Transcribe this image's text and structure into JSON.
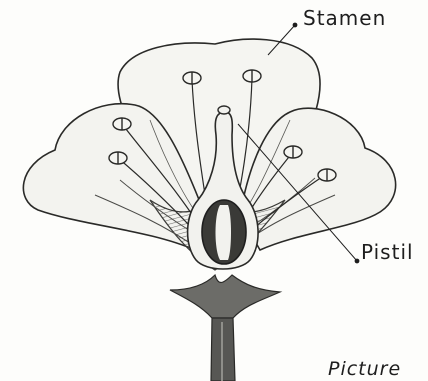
{
  "diagram": {
    "labels": {
      "stamen": "Stamen",
      "pistil": "Pistil",
      "caption_partial": "Picture"
    },
    "colors": {
      "ink": "#1e1e1e",
      "paper": "#fdfdfb",
      "petal_fill": "#f4f4f0",
      "petal_shade": "#8a8a86"
    }
  }
}
